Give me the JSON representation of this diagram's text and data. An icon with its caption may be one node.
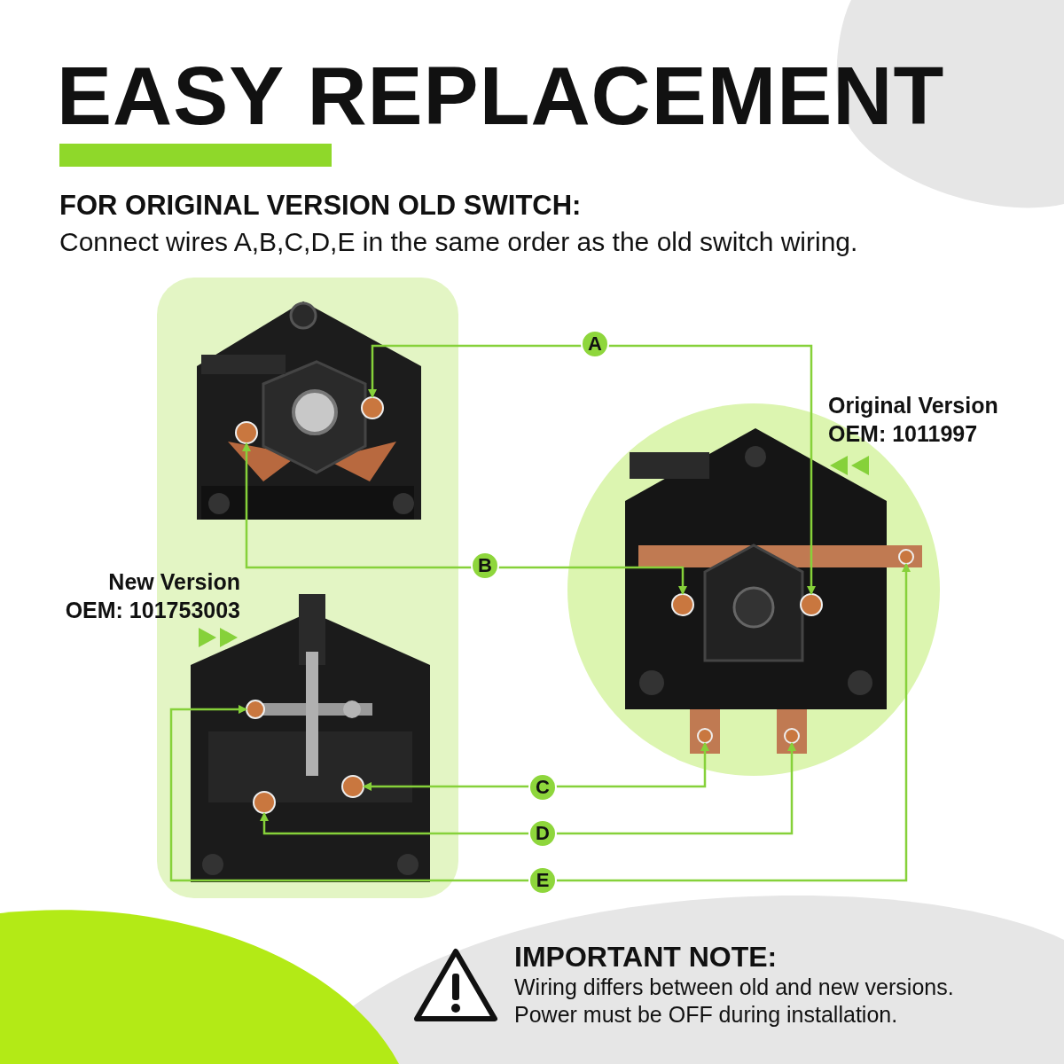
{
  "diagram": {
    "title": "EASY REPLACEMENT",
    "nodes": [
      {
        "text": [],
        "shape": "box",
        "beside": [
          "New Version OEM: 101753003"
        ]
      },
      {
        "text": [],
        "shape": "picture",
        "in": 0
      },
      {
        "text": [],
        "shape": "picture",
        "in": 0
      },
      {
        "text": [],
        "shape": "picture",
        "beside": [
          "Original Version OEM: 1011997"
        ]
      },
      {
        "text": [],
        "shape": "circle",
        "in": 1
      },
      {
        "text": [],
        "shape": "circle",
        "in": 1
      },
      {
        "text": [],
        "shape": "circle",
        "in": 2
      },
      {
        "text": [],
        "shape": "circle",
        "in": 2
      },
      {
        "text": [],
        "shape": "circle",
        "in": 2
      },
      {
        "text": [],
        "shape": "circle",
        "in": 3
      },
      {
        "text": [],
        "shape": "circle",
        "in": 3
      },
      {
        "text": [],
        "shape": "circle",
        "in": 3
      },
      {
        "text": [],
        "shape": "circle",
        "in": 3
      },
      {
        "text": [],
        "shape": "circle",
        "in": 3
      }
    ],
    "edges": [
      {
        "from": 4,
        "to": 9,
        "arrow": "both",
        "label": "A"
      },
      {
        "from": 5,
        "to": 10,
        "arrow": "both",
        "label": "B"
      },
      {
        "from": 6,
        "to": 11,
        "arrow": "both",
        "label": "C"
      },
      {
        "from": 7,
        "to": 12,
        "arrow": "both",
        "label": "D"
      },
      {
        "from": 8,
        "to": 13,
        "arrow": "both",
        "label": "E"
      }
    ],
    "labels": [
      "FOR ORIGINAL VERSION OLD SWITCH:",
      "Connect wires A,B,C,D,E in the same order as the old switch wiring.",
      "IMPORTANT NOTE:",
      "Wiring differs between old and new versions.",
      "Power must be OFF during installation."
    ]
  }
}
